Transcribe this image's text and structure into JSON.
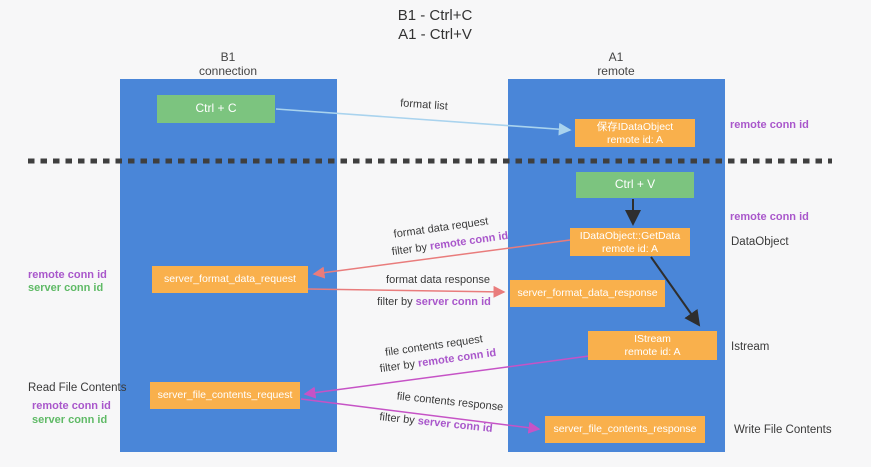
{
  "title": {
    "line1": "B1 - Ctrl+C",
    "line2": "A1 - Ctrl+V"
  },
  "lanes": {
    "left": {
      "name": "B1",
      "role": "connection"
    },
    "right": {
      "name": "A1",
      "role": "remote"
    }
  },
  "boxes": {
    "ctrl_c": {
      "label": "Ctrl + C"
    },
    "save_idataobject": {
      "line1": "保存IDataObject",
      "line2": "remote id: A"
    },
    "ctrl_v": {
      "label": "Ctrl + V"
    },
    "getdata": {
      "line1": "IDataObject::GetData",
      "line2": "remote id: A"
    },
    "server_format_data_request": {
      "label": "server_format_data_request"
    },
    "server_format_data_response": {
      "label": "server_format_data_response"
    },
    "istream": {
      "line1": "IStream",
      "line2": "remote id: A"
    },
    "server_file_contents_request": {
      "label": "server_file_contents_request"
    },
    "server_file_contents_response": {
      "label": "server_file_contents_response"
    }
  },
  "arrow_labels": {
    "format_list": "format list",
    "format_data_request": "format data request",
    "format_data_response": "format data response",
    "file_contents_request": "file contents request",
    "file_contents_response": "file contents response",
    "filter_by": "filter by"
  },
  "side_labels": {
    "remote_conn_id": "remote conn id",
    "server_conn_id": "server conn id",
    "dataobject": "DataObject",
    "istream": "Istream",
    "read_file_contents": "Read File Contents",
    "write_file_contents": "Write File Contents"
  },
  "colors": {
    "lane_blue": "#4a86d8",
    "box_green": "#7cc47f",
    "box_orange": "#f9b04c",
    "arrow_red": "#e97c7c",
    "arrow_magenta": "#c653c6",
    "arrow_lightblue": "#a9d3ee",
    "arrow_black": "#2e2e2e",
    "text_purple": "#a957cb",
    "text_green": "#5fba66",
    "text_dark": "#3a3a3a",
    "dash": "#3f3f3f",
    "background": "#f7f7f8"
  }
}
